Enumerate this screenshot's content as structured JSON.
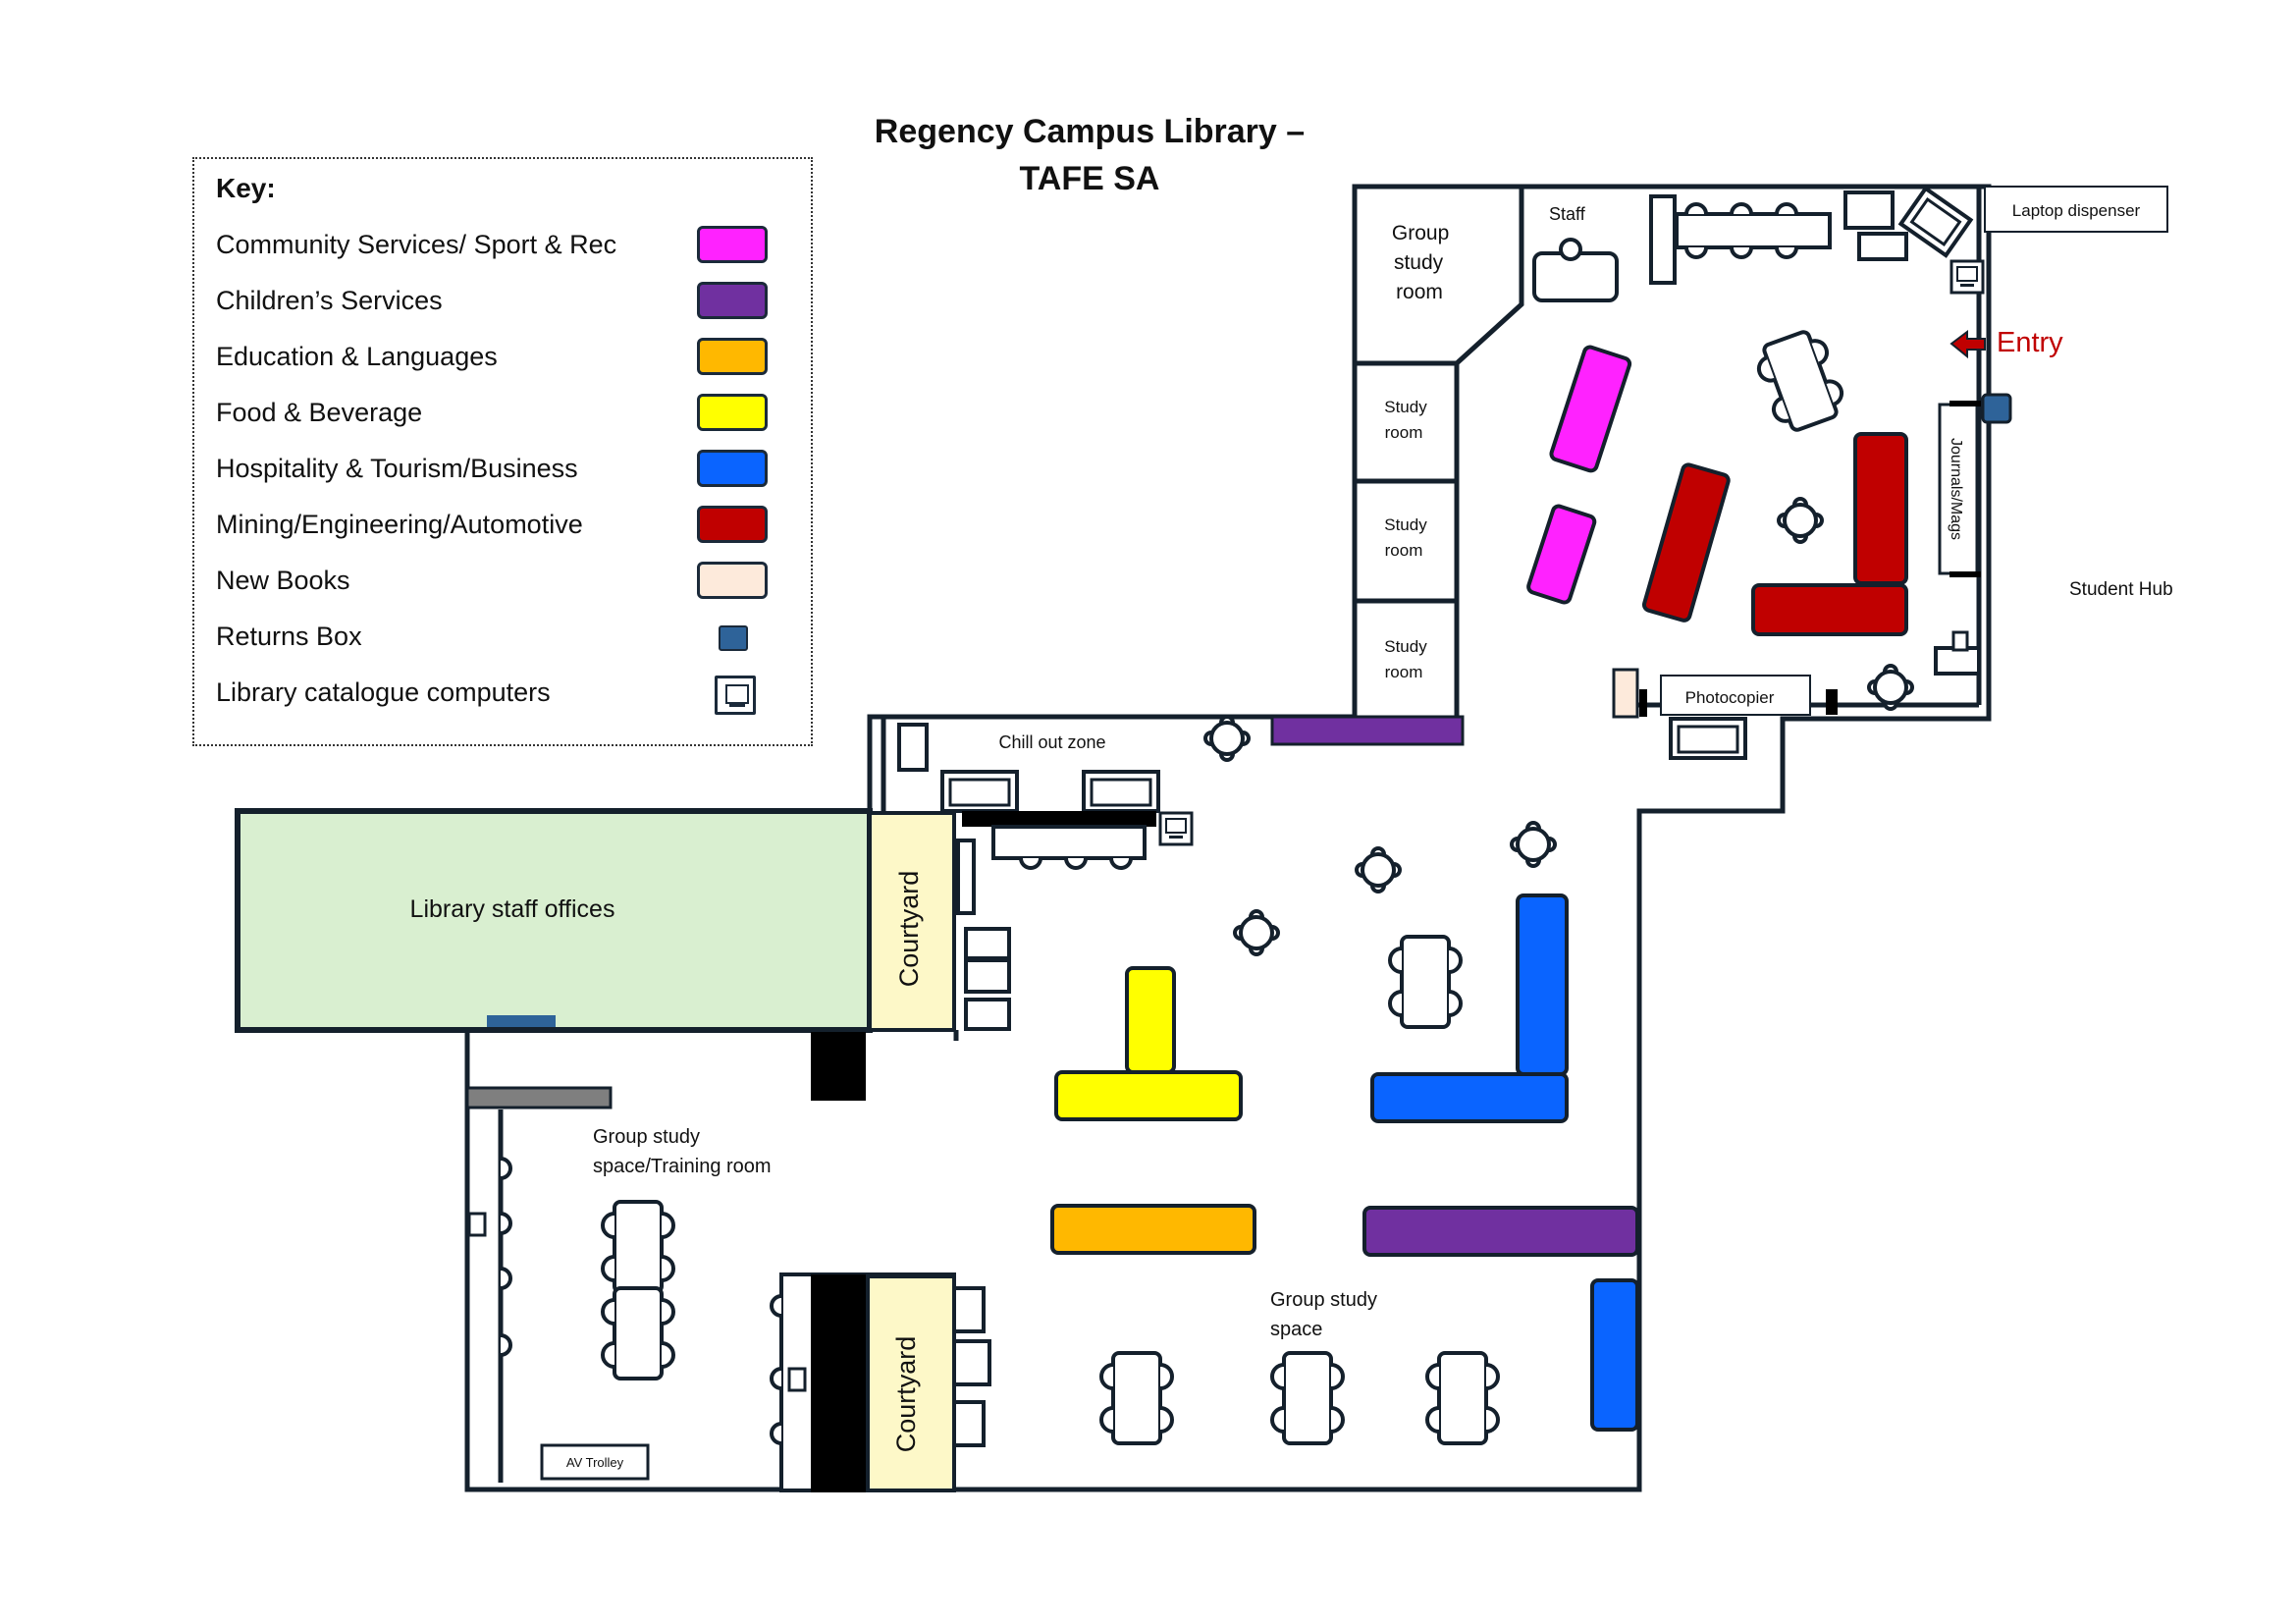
{
  "title": {
    "line1": "Regency Campus Library –",
    "line2": "TAFE SA"
  },
  "key": {
    "heading": "Key:",
    "items": [
      {
        "label": "Community Services/ Sport & Rec",
        "color": "#ff22ff",
        "icon": "swatch"
      },
      {
        "label": "Children’s Services",
        "color": "#7030a0",
        "icon": "swatch"
      },
      {
        "label": "Education & Languages",
        "color": "#ffb800",
        "icon": "swatch"
      },
      {
        "label": "Food & Beverage",
        "color": "#ffff00",
        "icon": "swatch"
      },
      {
        "label": "Hospitality & Tourism/Business",
        "color": "#0a64ff",
        "icon": "swatch"
      },
      {
        "label": "Mining/Engineering/Automotive",
        "color": "#c00000",
        "icon": "swatch"
      },
      {
        "label": "New Books",
        "color": "#fdeadb",
        "icon": "swatch"
      },
      {
        "label": "Returns Box",
        "color": "#2e6399",
        "icon": "returns-box"
      },
      {
        "label": "Library catalogue computers",
        "color": "#ffffff",
        "icon": "computer-icon"
      }
    ]
  },
  "rooms": {
    "group_study_room": "Group study room",
    "staff": "Staff",
    "laptop_dispenser": "Laptop dispenser",
    "entry": "Entry",
    "study_room_1": "Study room",
    "study_room_2": "Study room",
    "study_room_3": "Study room",
    "journals": "Journals/Mags",
    "student_hub": "Student Hub",
    "photocopier": "Photocopier",
    "chill_out_zone": "Chill out zone",
    "library_staff_offices": "Library staff offices",
    "courtyard_top": "Courtyard",
    "courtyard_bottom": "Courtyard",
    "group_study_training": "Group study space/Training room",
    "group_study_space": "Group study space",
    "av_trolley": "AV Trolley"
  },
  "colors": {
    "wall": "#14202c",
    "staff_office_fill": "#d9efd0",
    "courtyard_fill": "#fdf8c8",
    "entry_red": "#c00000"
  }
}
